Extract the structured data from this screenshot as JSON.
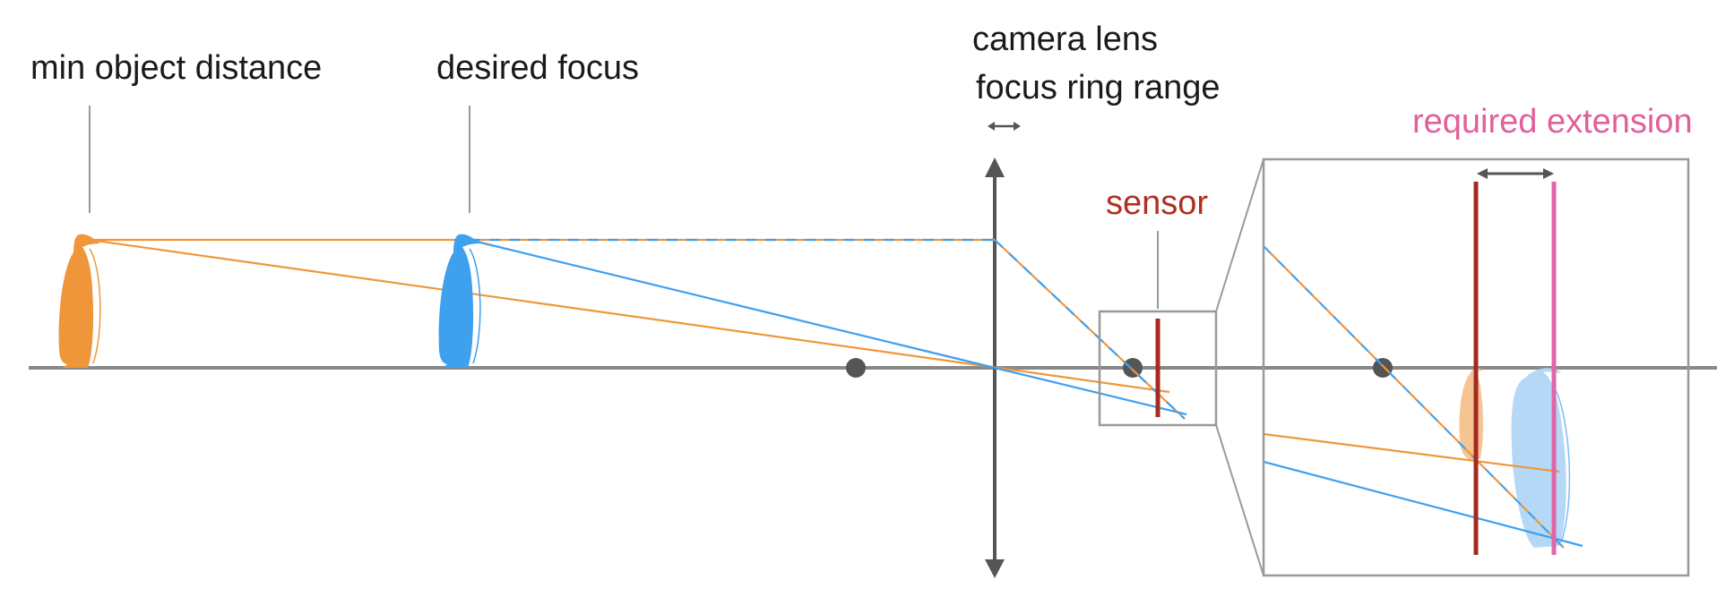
{
  "labels": {
    "min_object_distance": "min object distance",
    "desired_focus": "desired focus",
    "camera_lens": "camera lens",
    "focus_ring_range": "focus ring range",
    "sensor": "sensor",
    "required_extension": "required extension"
  },
  "colors": {
    "axis": "#888888",
    "lens": "#555555",
    "orange": "#f0963a",
    "blue": "#3fa0ee",
    "sensor": "#a52a20",
    "extension": "#e066a8",
    "leader": "#999999",
    "frame": "#999999"
  },
  "icons": {
    "orange_penguin": "penguin-icon",
    "blue_penguin": "penguin-icon"
  }
}
